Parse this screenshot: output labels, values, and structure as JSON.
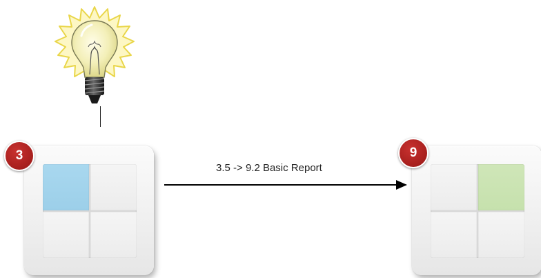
{
  "devices": {
    "source": {
      "node_id": "3",
      "lit_key": "top-left",
      "lit_color": "#a6d6ee"
    },
    "target": {
      "node_id": "9",
      "lit_key": "top-right",
      "lit_color": "#cbe4b3"
    }
  },
  "message": {
    "label": "3.5 -> 9.2 Basic Report"
  },
  "colors": {
    "badge": "#b22522",
    "arrow": "#000000"
  },
  "icons": {
    "lamp": "light-bulb-icon"
  }
}
